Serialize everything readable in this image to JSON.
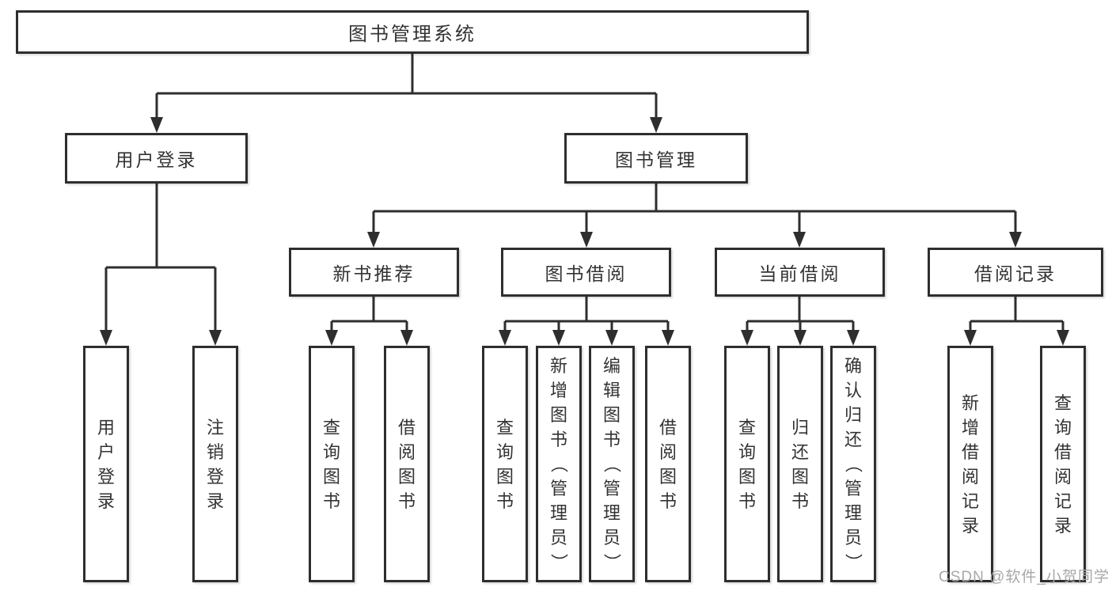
{
  "tree": {
    "root": {
      "label": "图书管理系统"
    },
    "branches": [
      {
        "label": "用户登录",
        "children": [
          {
            "label": "用户登录"
          },
          {
            "label": "注销登录"
          }
        ]
      },
      {
        "label": "图书管理",
        "children": [
          {
            "label": "新书推荐",
            "children": [
              {
                "label": "查询图书"
              },
              {
                "label": "借阅图书"
              }
            ]
          },
          {
            "label": "图书借阅",
            "children": [
              {
                "label": "查询图书"
              },
              {
                "label": "新增图书（管理员）"
              },
              {
                "label": "编辑图书（管理员）"
              },
              {
                "label": "借阅图书"
              }
            ]
          },
          {
            "label": "当前借阅",
            "children": [
              {
                "label": "查询图书"
              },
              {
                "label": "归还图书"
              },
              {
                "label": "确认归还（管理员）"
              }
            ]
          },
          {
            "label": "借阅记录",
            "children": [
              {
                "label": "新增借阅记录"
              },
              {
                "label": "查询借阅记录"
              }
            ]
          }
        ]
      }
    ]
  },
  "watermark": {
    "text": "CSDN @软件_小贺同学",
    "color": "#a8a8a8"
  },
  "colors": {
    "line": "#2e2e2e",
    "text": "#333333",
    "background": "#ffffff"
  }
}
